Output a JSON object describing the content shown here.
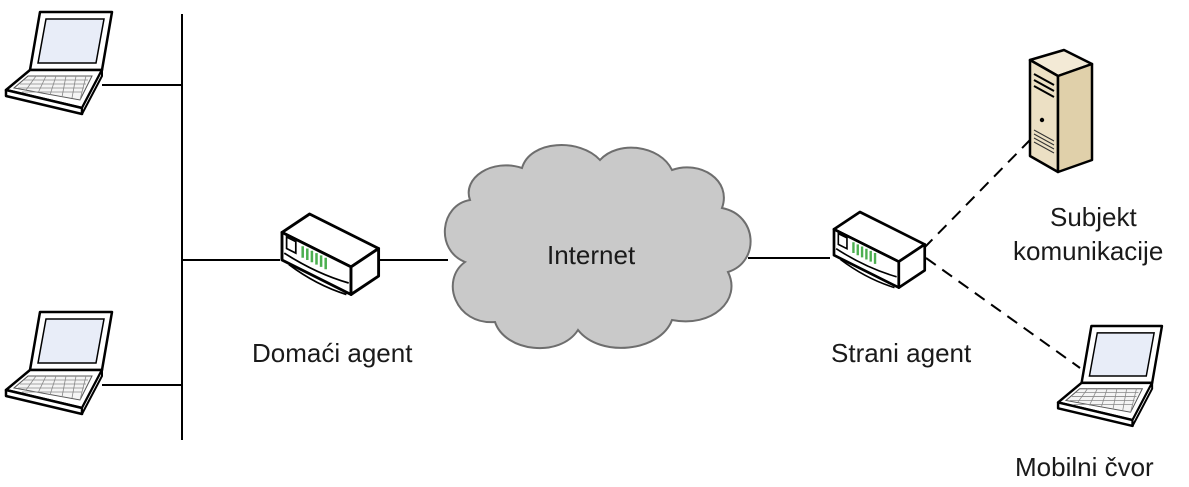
{
  "labels": {
    "cloud": "Internet",
    "home_agent": "Domaći agent",
    "foreign_agent": "Strani agent",
    "correspondent_line1": "Subjekt",
    "correspondent_line2": "komunikacije",
    "mobile_node": "Mobilni čvor"
  },
  "colors": {
    "line": "#000000",
    "cloud_fill": "#c9c9c9",
    "cloud_stroke": "#6e6e6e",
    "device_body": "#ffffff",
    "device_stroke": "#000000",
    "router_led": "#4caf50",
    "laptop_screen": "#e8edf8",
    "server_body": "#f3ead6"
  },
  "icons": {
    "laptops": [
      "laptop-icon",
      "laptop-icon",
      "laptop-icon"
    ],
    "routers": [
      "router-icon",
      "router-icon"
    ],
    "server": "server-icon",
    "cloud": "cloud-icon"
  }
}
